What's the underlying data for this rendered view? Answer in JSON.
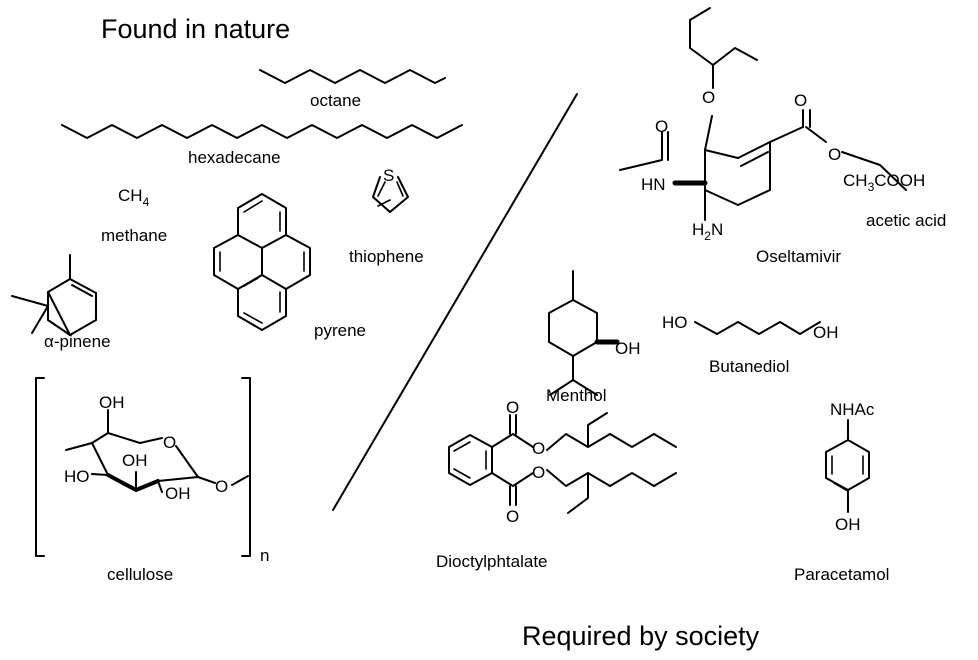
{
  "headings": {
    "nature": "Found in nature",
    "society": "Required by society"
  },
  "molecules": {
    "octane": "octane",
    "hexadecane": "hexadecane",
    "methane_formula": "CH",
    "methane_subscript": "4",
    "methane": "methane",
    "thiophene": "thiophene",
    "pinene": "α-pinene",
    "pyrene": "pyrene",
    "cellulose": "cellulose",
    "cellulose_n": "n",
    "oseltamivir": "Oseltamivir",
    "acetic_formula_a": "CH",
    "acetic_formula_sub": "3",
    "acetic_formula_b": "COOH",
    "acetic": "acetic acid",
    "menthol": "Menthol",
    "butanediol": "Butanediol",
    "dioctyl": "Dioctylphtalate",
    "paracetamol": "Paracetamol"
  },
  "atoms": {
    "S": "S",
    "OH": "OH",
    "HO": "HO",
    "O": "O",
    "HN": "HN",
    "H": "H",
    "N": "N",
    "two": "2",
    "NHAc": "NHAc"
  }
}
